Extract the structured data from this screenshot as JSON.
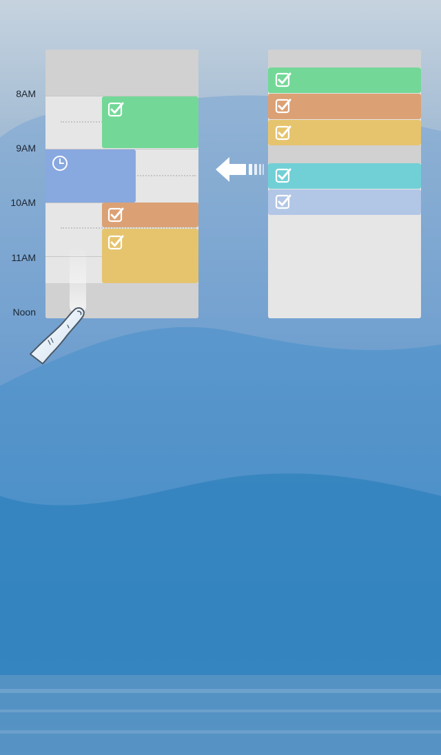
{
  "timeline": {
    "labels": [
      "8AM",
      "9AM",
      "10AM",
      "11AM",
      "Noon"
    ]
  },
  "colors": {
    "green": "#73d897",
    "orange": "#dba174",
    "yellow": "#e6c46e",
    "blue": "#88a8e0",
    "teal": "#70d0d6",
    "lavender": "#b2c6e6",
    "panel": "#e6e6e6",
    "band": "#d1d1d1"
  },
  "left_panel": {
    "tasks": [
      {
        "color": "green",
        "kind": "task"
      },
      {
        "color": "blue",
        "kind": "event"
      },
      {
        "color": "orange",
        "kind": "task"
      },
      {
        "color": "yellow",
        "kind": "task"
      }
    ]
  },
  "right_panel": {
    "tasks": [
      {
        "color": "green",
        "kind": "task"
      },
      {
        "color": "orange",
        "kind": "task"
      },
      {
        "color": "yellow",
        "kind": "task"
      },
      {
        "color": "teal",
        "kind": "task"
      },
      {
        "color": "lavender",
        "kind": "task"
      }
    ]
  },
  "icons": [
    "check-icon",
    "clock-icon",
    "arrow-left-icon",
    "finger-icon"
  ]
}
